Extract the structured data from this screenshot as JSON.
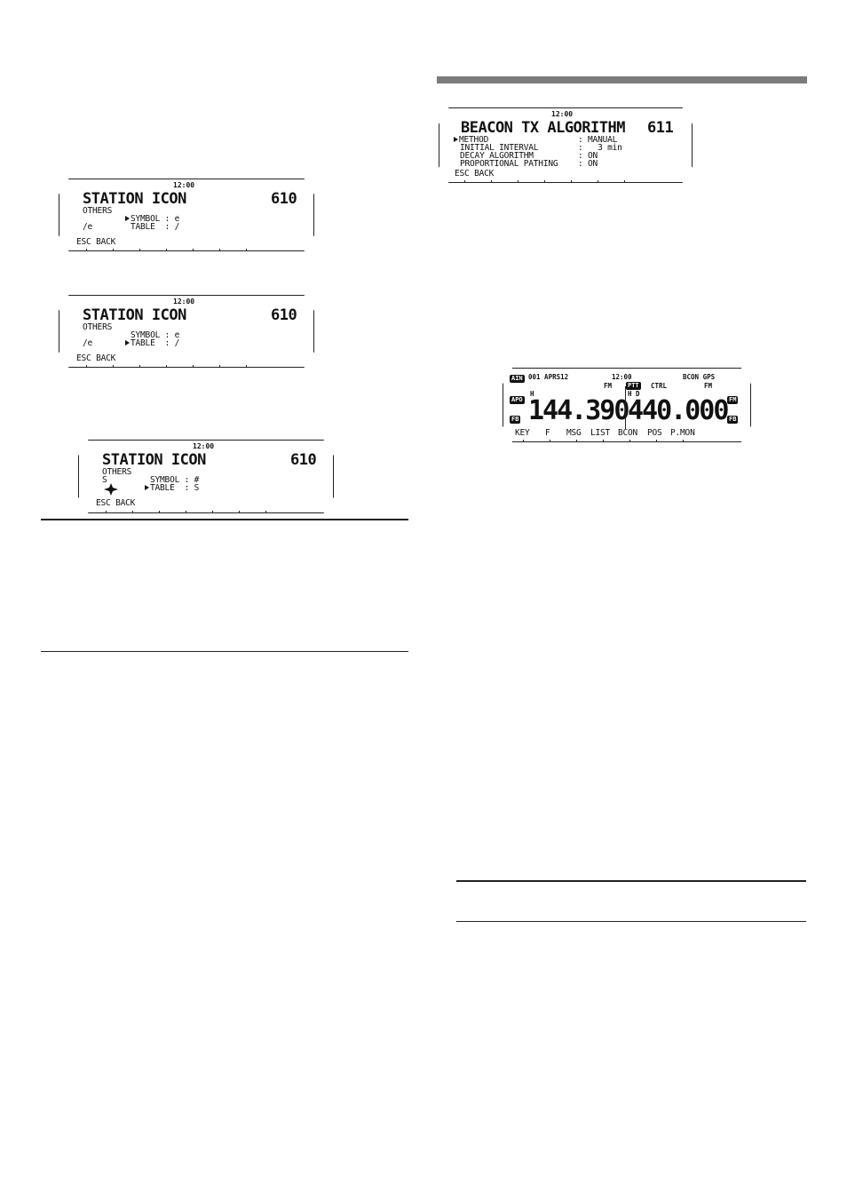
{
  "station_icon_1": {
    "clock": "12:00",
    "title": "STATION ICON",
    "number": "610",
    "category": "OTHERS",
    "symbol_row": "SYMBOL : e",
    "table_row": "TABLE  : /",
    "preview": "/e",
    "footer": "ESC BACK"
  },
  "station_icon_2": {
    "clock": "12:00",
    "title": "STATION ICON",
    "number": "610",
    "category": "OTHERS",
    "symbol_row": "SYMBOL : e",
    "table_row": "TABLE  : /",
    "preview": "/e",
    "footer": "ESC BACK"
  },
  "station_icon_3": {
    "clock": "12:00",
    "title": "STATION ICON",
    "number": "610",
    "category": "OTHERS",
    "symbol_row": "SYMBOL : #",
    "table_row": "TABLE  : S",
    "preview": "S",
    "footer": "ESC BACK"
  },
  "beacon_tx": {
    "clock": "12:00",
    "title": "BEACON TX ALGORITHM",
    "number": "611",
    "rows": [
      {
        "label": "METHOD",
        "value": ": MANUAL"
      },
      {
        "label": "INITIAL INTERVAL",
        "value": ":   3 min"
      },
      {
        "label": "DECAY ALGORITHM",
        "value": ": ON"
      },
      {
        "label": "PROPORTIONAL PATHING",
        "value": ": ON"
      }
    ],
    "footer": "ESC BACK"
  },
  "main_display": {
    "status_left": "001 APRS12",
    "clock": "12:00",
    "status_right": "BCON GPS",
    "mode_a": "FM",
    "mode_b": "FM",
    "ctrl": "CTRL",
    "badge_ptt": "PTT",
    "badge_tl": "AIN",
    "badge_ml": "APO",
    "badge_bl": "FB",
    "badge_mr": "FM",
    "badge_br": "FB",
    "h_left": "H",
    "h_right": "H D",
    "freq_a": "144.390",
    "freq_b": "440.000",
    "softkeys": [
      "KEY",
      "F",
      "MSG",
      "LIST",
      "BCON",
      "POS",
      "P.MON"
    ]
  }
}
